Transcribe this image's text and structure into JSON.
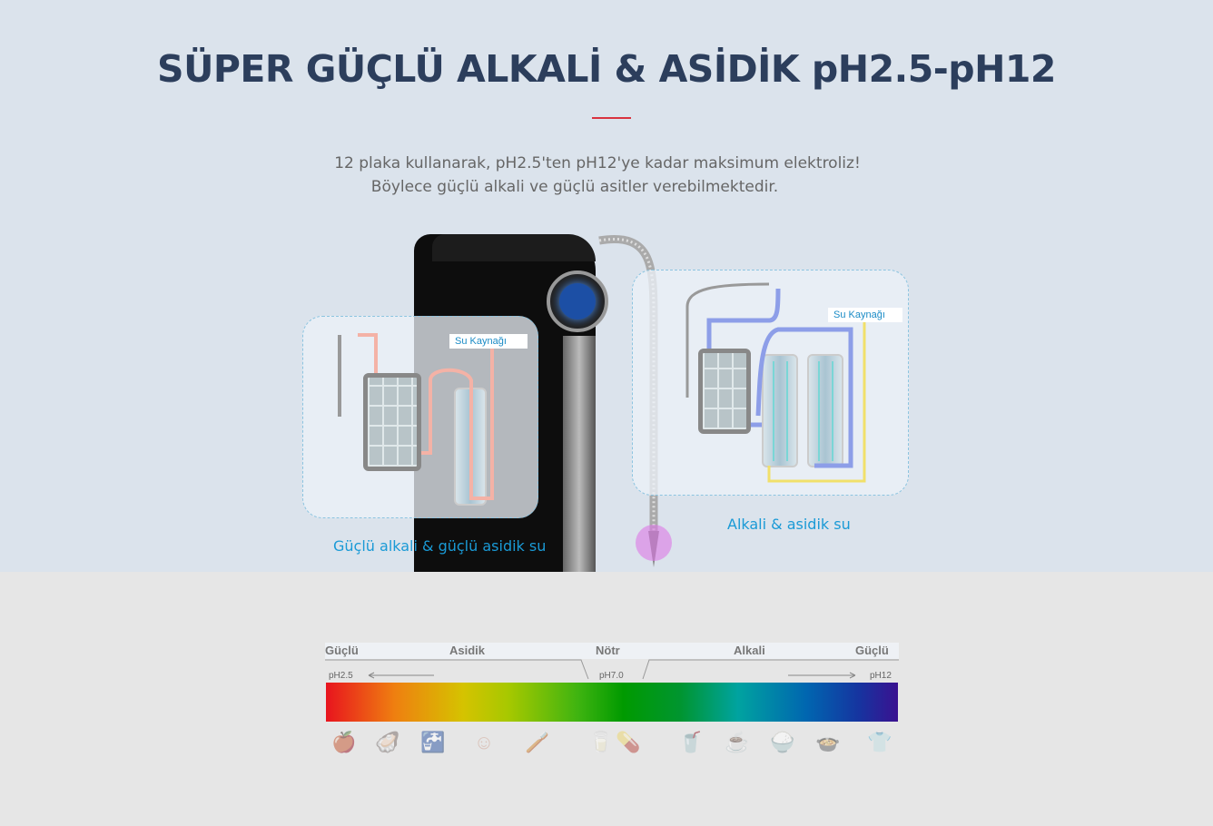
{
  "header": {
    "title": "SÜPER GÜÇLÜ ALKALİ & ASİDİK pH2.5-pH12",
    "subtitle_line1": "12 plaka kullanarak, pH2.5'ten pH12'ye kadar maksimum elektroliz!",
    "subtitle_line2": "Böylece güçlü alkali ve güçlü asitler verebilmektedir."
  },
  "diagram_left": {
    "source_label": "Su Kaynağı",
    "caption": "Güçlü alkali & güçlü asidik su"
  },
  "diagram_right": {
    "source_label": "Su Kaynağı",
    "caption": "Alkali & asidik su"
  },
  "ph_scale": {
    "labels": {
      "strong_left": "Güçlü",
      "acidic": "Asidik",
      "neutral": "Nötr",
      "alkaline": "Alkali",
      "strong_right": "Güçlü"
    },
    "min": "pH2.5",
    "mid": "pH7.0",
    "max": "pH12"
  },
  "icons": [
    {
      "name": "fruit-icon",
      "glyph": "🍎",
      "color": "#e8a58a"
    },
    {
      "name": "seafood-icon",
      "glyph": "🦪",
      "color": "#e8a58a"
    },
    {
      "name": "hand-wash-icon",
      "glyph": "🚰",
      "color": "#e8a58a"
    },
    {
      "name": "skin-care-icon",
      "glyph": "☺",
      "color": "#e8a58a"
    },
    {
      "name": "toothpaste-icon",
      "glyph": "🪥",
      "color": "#e8a58a"
    },
    {
      "name": "drinking-glass-icon",
      "glyph": "🥛",
      "color": "#9be08a"
    },
    {
      "name": "medicine-bottle-icon",
      "glyph": "💊",
      "color": "#9be08a"
    },
    {
      "name": "water-glass-icon",
      "glyph": "🥤",
      "color": "#a796c8"
    },
    {
      "name": "tea-cup-icon",
      "glyph": "☕",
      "color": "#a796c8"
    },
    {
      "name": "rice-bowl-icon",
      "glyph": "🍚",
      "color": "#a796c8"
    },
    {
      "name": "cooking-pot-icon",
      "glyph": "🍲",
      "color": "#a796c8"
    },
    {
      "name": "laundry-icon",
      "glyph": "👕",
      "color": "#a796c8"
    }
  ]
}
